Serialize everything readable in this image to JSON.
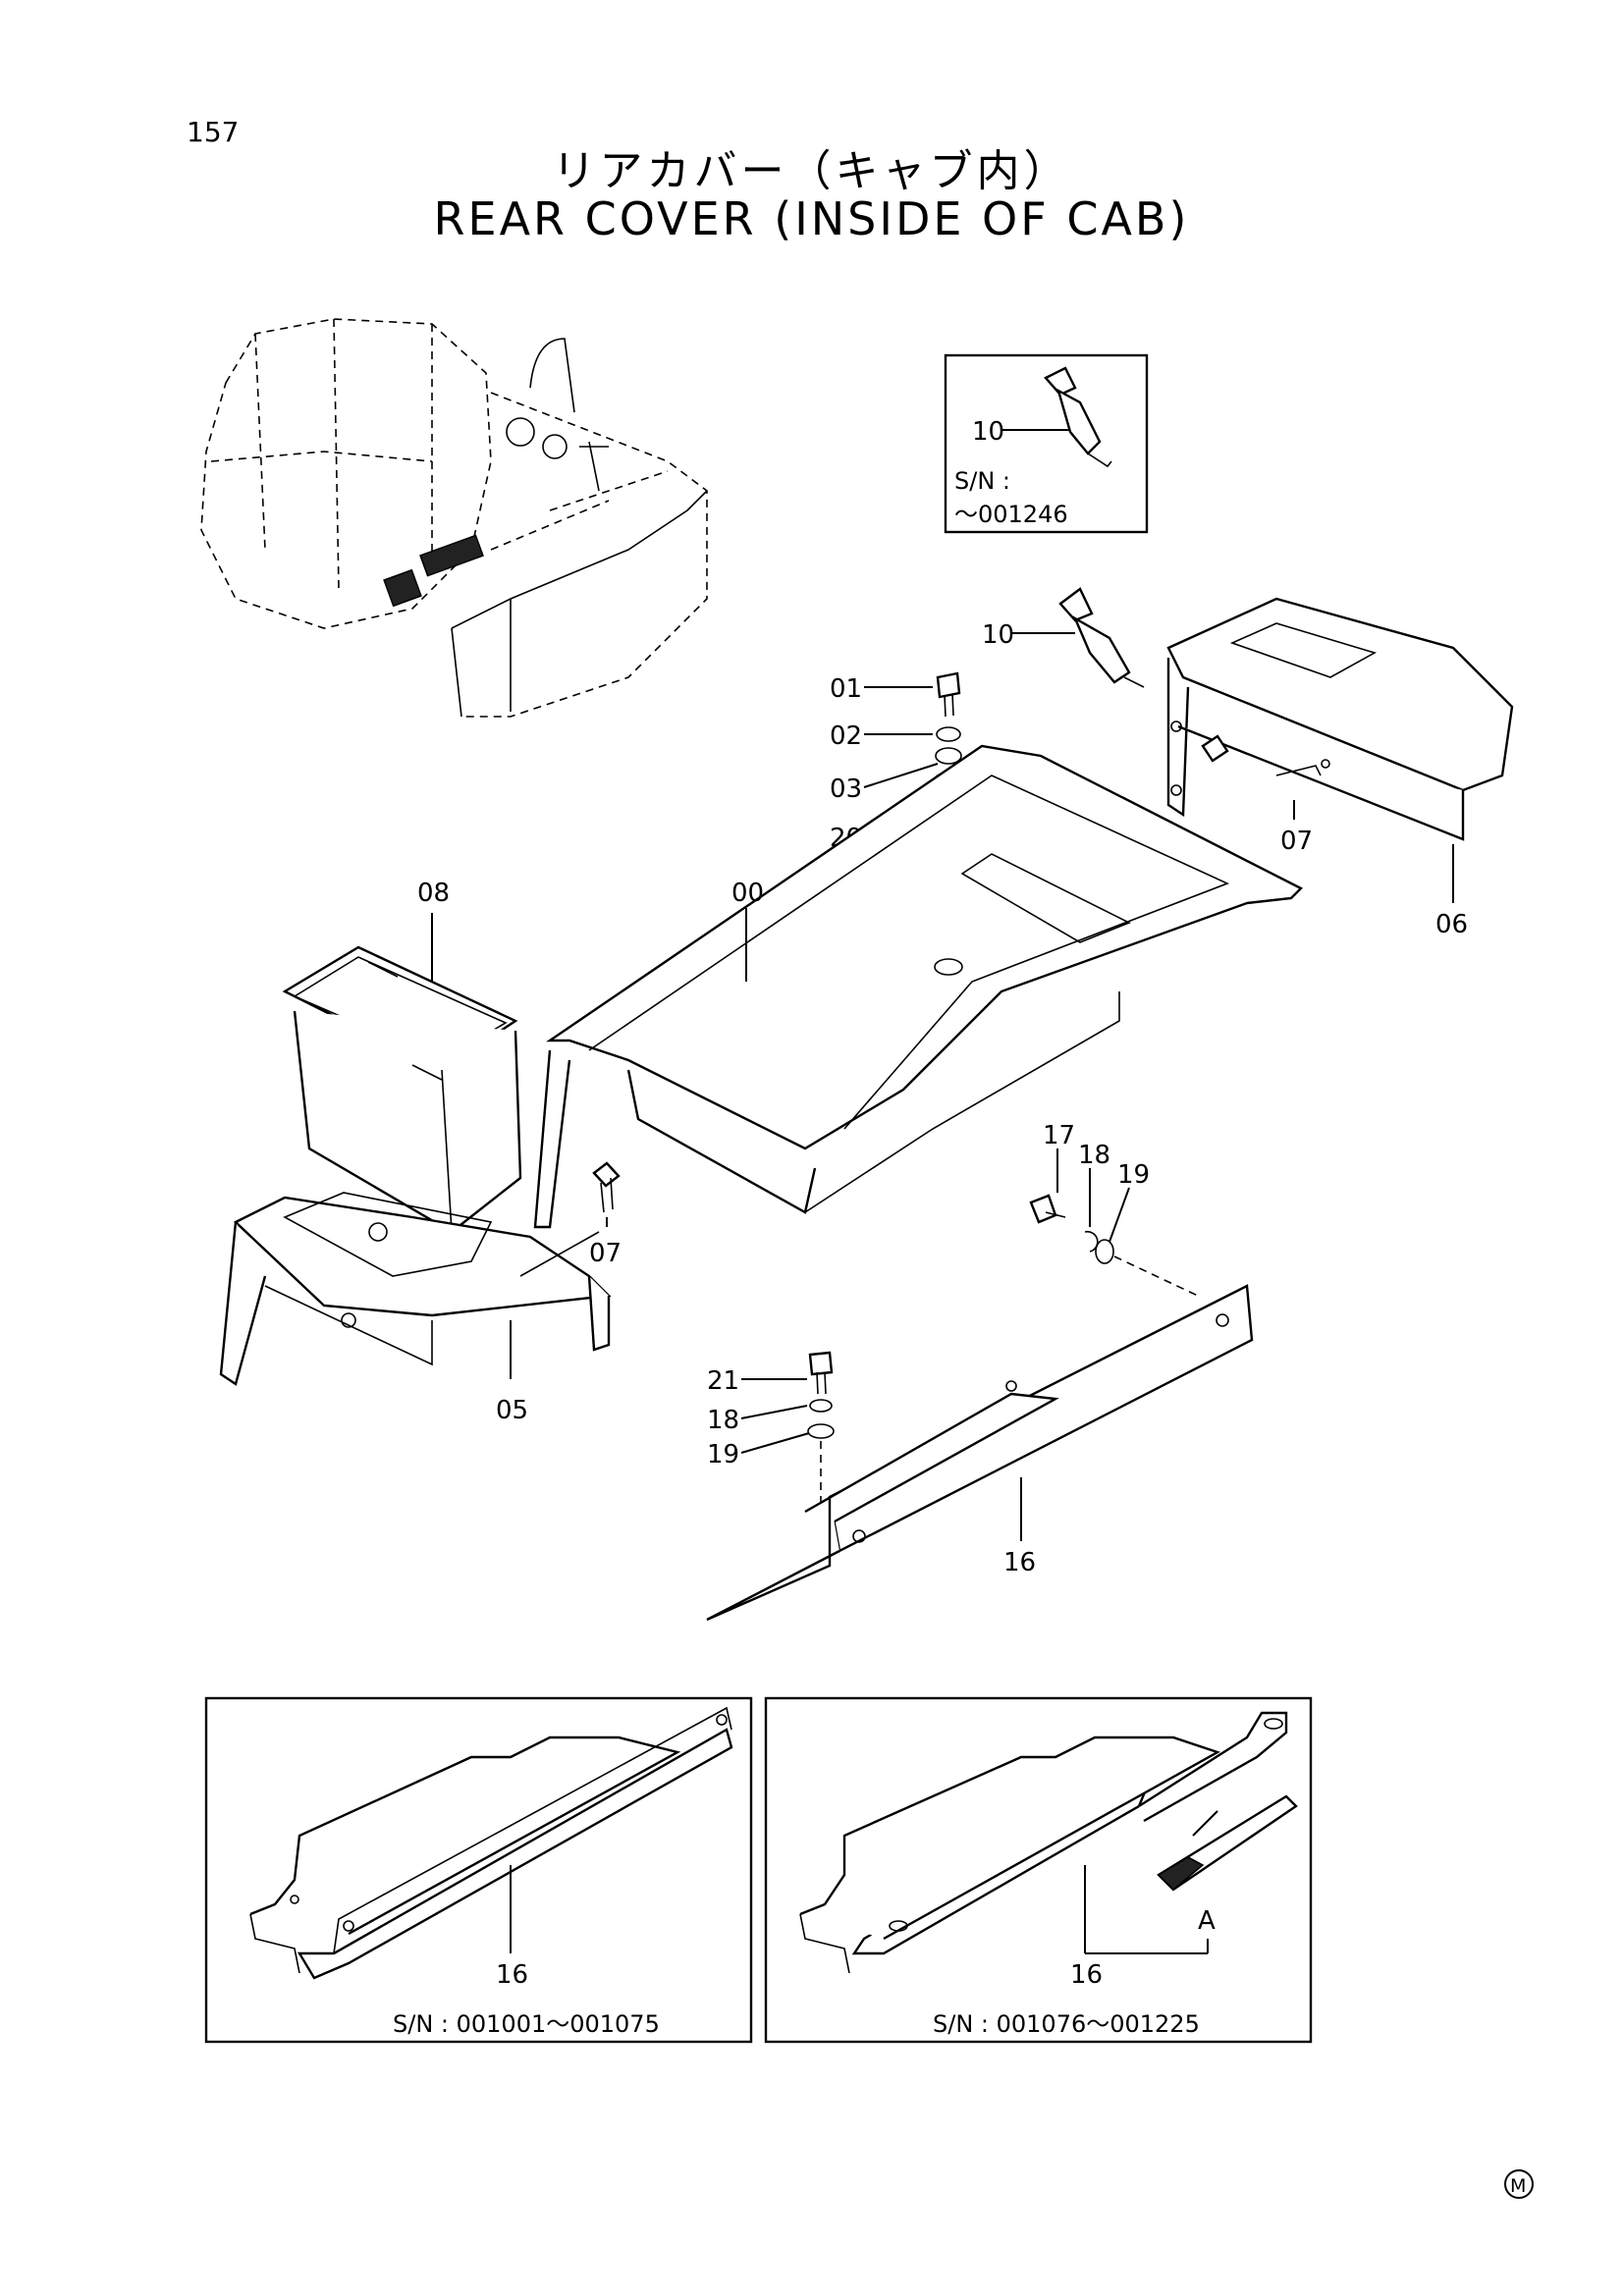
{
  "page": {
    "number": "157"
  },
  "title": {
    "japanese": "リアカバー（キャブ内）",
    "english": "REAR COVER (INSIDE OF CAB)"
  },
  "inset_top": {
    "part": "10",
    "sn_label": "S/N :",
    "sn_range": "～001246"
  },
  "callouts": {
    "p00": "00",
    "p01": "01",
    "p02": "02",
    "p03": "03",
    "p20": "20",
    "p05": "05",
    "p06": "06",
    "p07a": "07",
    "p07b": "07",
    "p08": "08",
    "p10": "10",
    "p16": "16",
    "p17": "17",
    "p18a": "18",
    "p19a": "19",
    "p21": "21",
    "p18b": "18",
    "p19b": "19"
  },
  "inset_left": {
    "part": "16",
    "sn": "S/N :  001001～001075"
  },
  "inset_right": {
    "part": "16",
    "detail": "A",
    "sn": "S/N :  001076～001225"
  },
  "footer": {
    "mark": "M"
  }
}
